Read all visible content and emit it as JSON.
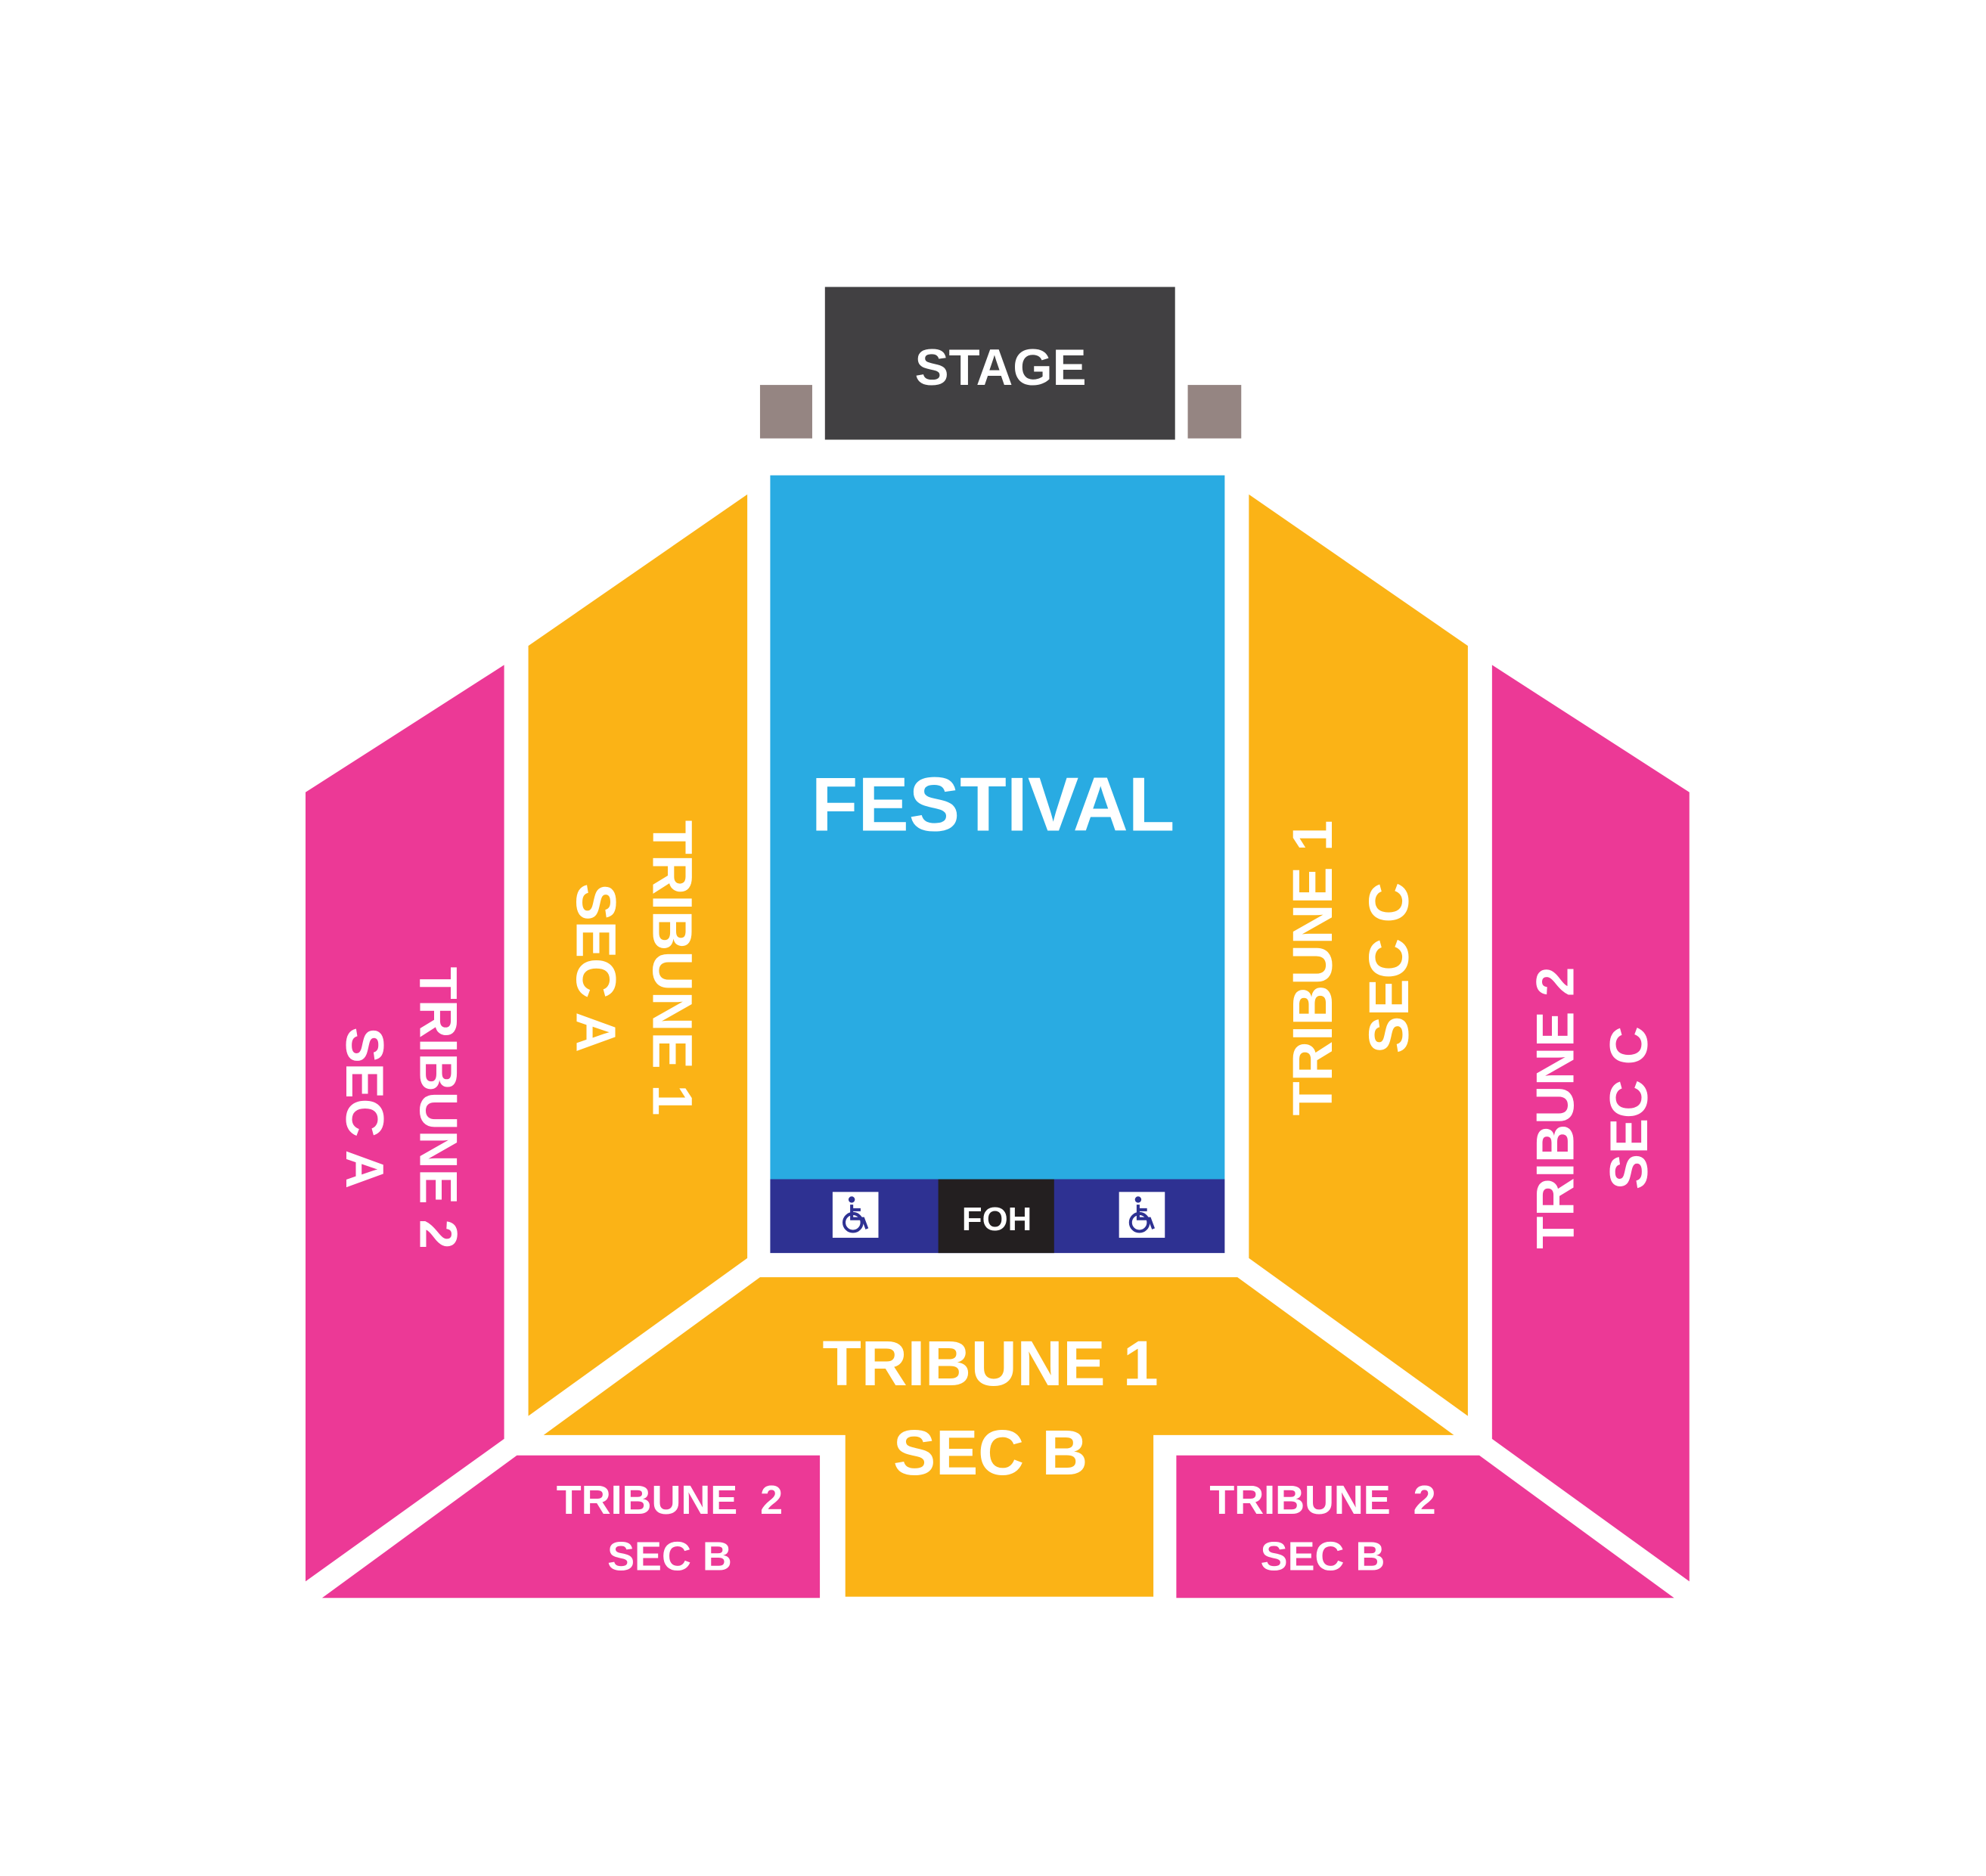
{
  "stage": {
    "label": "STAGE"
  },
  "festival": {
    "label": "FESTIVAL"
  },
  "foh": {
    "label": "FOH"
  },
  "tribune1": {
    "sec_a": {
      "line1": "TRIBUNE 1",
      "line2": "SEC A"
    },
    "sec_b": {
      "line1": "TRIBUNE 1",
      "line2": "SEC B"
    },
    "sec_c": {
      "line1": "TRIBUNE 1",
      "line2": "SEC C"
    }
  },
  "tribune2": {
    "sec_a": {
      "line1": "TRIBUNE 2",
      "line2": "SEC A"
    },
    "sec_b_left": {
      "line1": "TRIBUNE  2",
      "line2": "SEC B"
    },
    "sec_b_right": {
      "line1": "TRIBUNE  2",
      "line2": "SEC B"
    },
    "sec_c": {
      "line1": "TRIBUNE 2",
      "line2": "SEC C"
    }
  },
  "colors": {
    "stage": "#414042",
    "speaker": "#958582",
    "festival": "#29abe2",
    "accessible_zone": "#2e3192",
    "foh": "#231f20",
    "tribune1": "#fbb316",
    "tribune2": "#ec3996",
    "label": "#ffffff"
  },
  "icons": {
    "accessible": "wheelchair-icon"
  }
}
